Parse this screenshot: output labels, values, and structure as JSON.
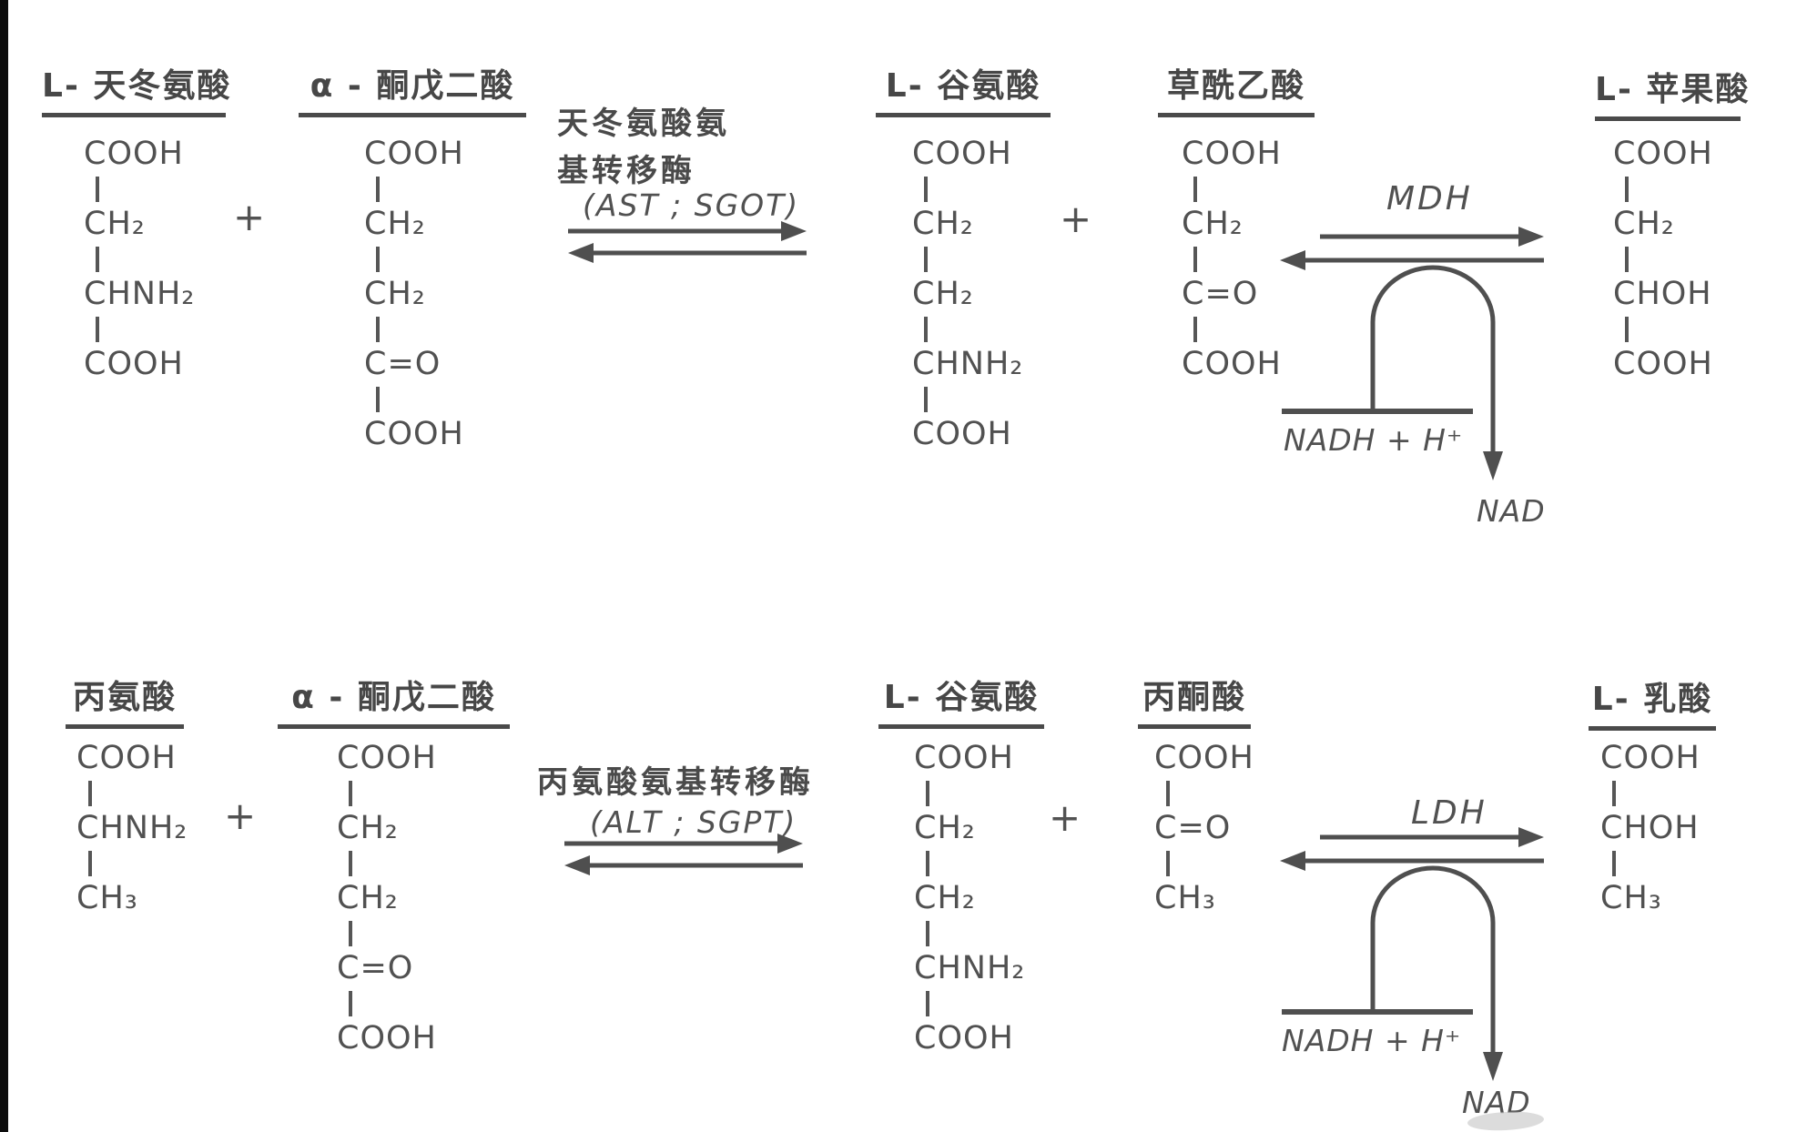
{
  "figure": {
    "row1": {
      "reactant1": {
        "title": "L- 天冬氨酸",
        "f": [
          "COOH",
          "CH₂",
          "CHNH₂",
          "COOH"
        ]
      },
      "plus1": "+",
      "reactant2": {
        "title": "α - 酮戊二酸",
        "f": [
          "COOH",
          "CH₂",
          "CH₂",
          "C=O",
          "COOH"
        ]
      },
      "enzyme": {
        "line1": "天冬氨酸氨",
        "line2": "基转移酶",
        "abbr": "(AST ; SGOT)"
      },
      "product1": {
        "title": "L- 谷氨酸",
        "f": [
          "COOH",
          "CH₂",
          "CH₂",
          "CHNH₂",
          "COOH"
        ]
      },
      "plus2": "+",
      "product2": {
        "title": "草酰乙酸",
        "f": [
          "COOH",
          "CH₂",
          "C=O",
          "COOH"
        ]
      },
      "dh": {
        "label": "MDH",
        "nadh": "NADH + H⁺",
        "nad": "NAD"
      },
      "product3": {
        "title": "L- 苹果酸",
        "f": [
          "COOH",
          "CH₂",
          "CHOH",
          "COOH"
        ]
      }
    },
    "row2": {
      "reactant1": {
        "title": "丙氨酸",
        "f": [
          "COOH",
          "CHNH₂",
          "CH₃"
        ]
      },
      "plus1": "+",
      "reactant2": {
        "title": "α - 酮戊二酸",
        "f": [
          "COOH",
          "CH₂",
          "CH₂",
          "C=O",
          "COOH"
        ]
      },
      "enzyme": {
        "line1": "丙氨酸氨基转移酶",
        "abbr": "(ALT ; SGPT)"
      },
      "product1": {
        "title": "L- 谷氨酸",
        "f": [
          "COOH",
          "CH₂",
          "CH₂",
          "CHNH₂",
          "COOH"
        ]
      },
      "plus2": "+",
      "product2": {
        "title": "丙酮酸",
        "f": [
          "COOH",
          "C=O",
          "CH₃"
        ]
      },
      "dh": {
        "label": "LDH",
        "nadh": "NADH + H⁺",
        "nad": "NAD"
      },
      "product3": {
        "title": "L- 乳酸",
        "f": [
          "COOH",
          "CHOH",
          "CH₃"
        ]
      }
    }
  },
  "colors": {
    "ink": "#4f4f4f",
    "edge_bar": "#0d0d0d",
    "background": "#ffffff"
  }
}
